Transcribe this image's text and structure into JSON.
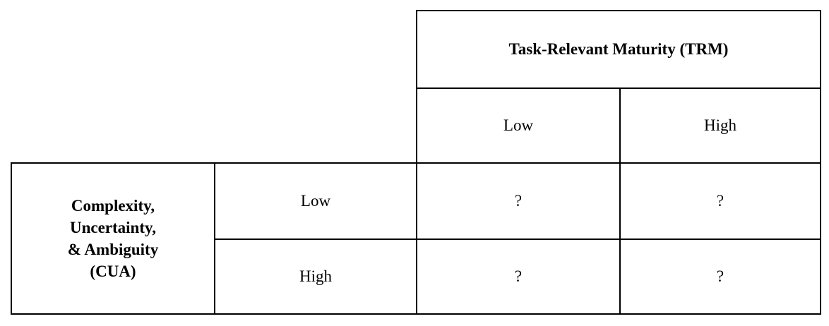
{
  "page": {
    "background_color": "#ffffff",
    "border_color": "#000000",
    "text_color": "#000000"
  },
  "matrix": {
    "column_dimension": {
      "title": "Task-Relevant Maturity (TRM)",
      "levels": [
        "Low",
        "High"
      ]
    },
    "row_dimension": {
      "title_lines": [
        "Complexity,",
        "Uncertainty,",
        "& Ambiguity",
        "(CUA)"
      ],
      "levels": [
        "Low",
        "High"
      ]
    },
    "cells": [
      [
        "?",
        "?"
      ],
      [
        "?",
        "?"
      ]
    ]
  }
}
